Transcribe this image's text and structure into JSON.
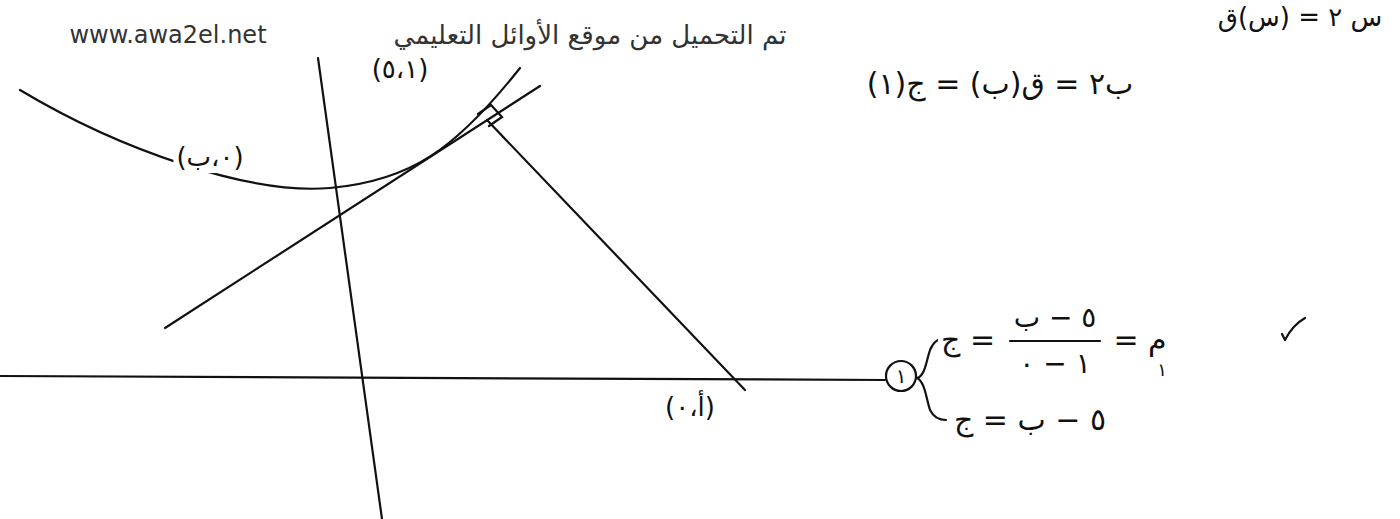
{
  "diagram": {
    "labels": [
      "www.awa2el.net",
      "تم التحميل من موقع الأوائل التعليمي",
      "ق(س) = ٢ س",
      "(١)ج = (ب)ق = ٢ب",
      "(٥،١)",
      "(ب،٠)",
      "(٠،أ)",
      "١",
      "ج =",
      "ب − ٥",
      "٠ − ١",
      "= م",
      "١",
      "ج = ب − ٥"
    ]
  }
}
